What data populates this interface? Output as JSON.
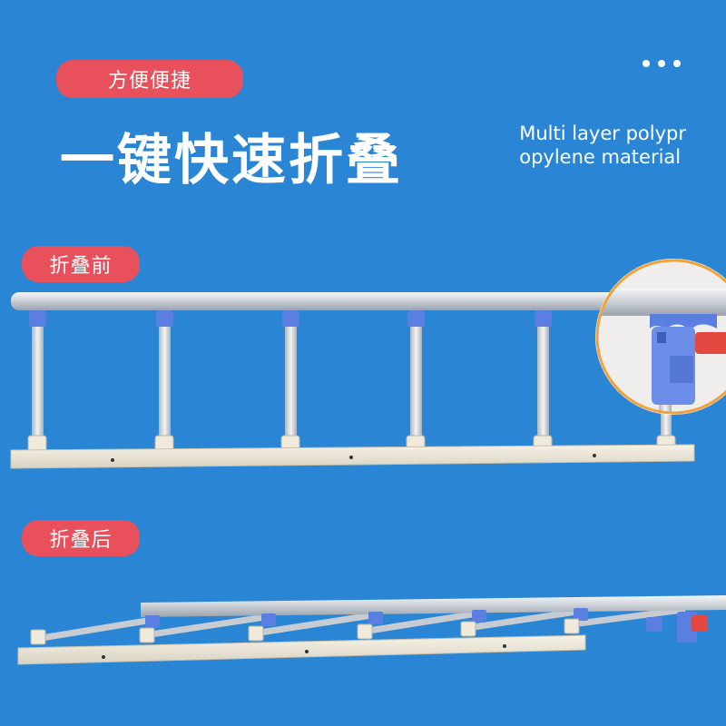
{
  "labels": {
    "convenience": "方便便捷",
    "headline": "一键快速折叠",
    "material_line1": "Multi layer polypr",
    "material_line2": "opylene material",
    "before_fold": "折叠前",
    "after_fold": "折叠后"
  },
  "icons": {
    "more": "more-dots-icon"
  },
  "colors": {
    "background": "#2a86d4",
    "pill": "#e8505b",
    "rail_silver": "#dfe3e8",
    "base_beige": "#efeadb",
    "bracket_blue": "#5b7fe0",
    "lock_red": "#e2483f"
  }
}
